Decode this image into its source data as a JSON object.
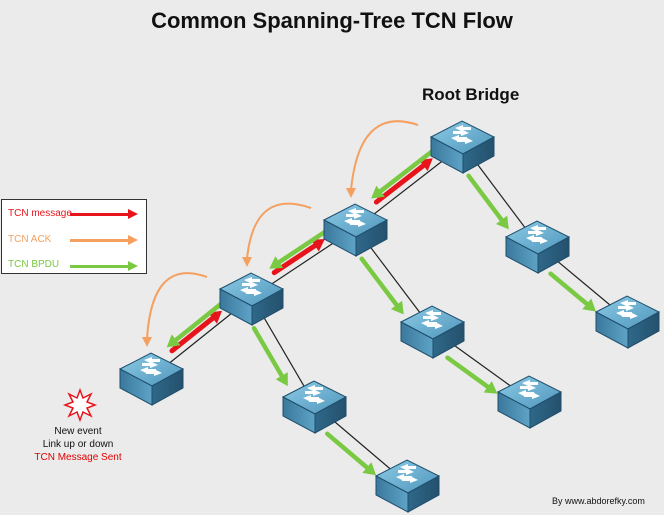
{
  "title": "Common Spanning-Tree TCN Flow",
  "root_label": "Root Bridge",
  "legend": {
    "items": [
      {
        "label": "TCN message",
        "color": "#e8141c"
      },
      {
        "label": "TCN ACK",
        "color": "#f4a060"
      },
      {
        "label": "TCN BPDU",
        "color": "#7ac943"
      }
    ]
  },
  "event": {
    "icon": "starburst-icon",
    "line1": "New event",
    "line2": "Link up or down",
    "line3": "TCN Message Sent",
    "line3_color": "#e00000"
  },
  "credit": "By www.abdorefky.com",
  "colors": {
    "tcn_message": "#e8141c",
    "tcn_ack": "#f4a060",
    "tcn_bpdu": "#7ac943",
    "switch_top": "#6fb3d2",
    "switch_side": "#3d7fa3",
    "switch_edge": "#1f4e6b",
    "link": "#222222"
  },
  "switches": [
    {
      "id": "root",
      "role": "root-bridge"
    },
    {
      "id": "s2",
      "role": "switch"
    },
    {
      "id": "s3",
      "role": "switch"
    },
    {
      "id": "s4",
      "role": "switch"
    },
    {
      "id": "s5",
      "role": "switch"
    },
    {
      "id": "s6",
      "role": "switch"
    },
    {
      "id": "s7",
      "role": "switch"
    },
    {
      "id": "s8",
      "role": "switch"
    },
    {
      "id": "s9",
      "role": "switch"
    },
    {
      "id": "s10",
      "role": "switch"
    }
  ],
  "links": [
    [
      "root",
      "s2"
    ],
    [
      "root",
      "s3"
    ],
    [
      "s2",
      "s4"
    ],
    [
      "s2",
      "s5"
    ],
    [
      "s3",
      "s6"
    ],
    [
      "s4",
      "s7"
    ],
    [
      "s4",
      "s8"
    ],
    [
      "s5",
      "s9"
    ],
    [
      "s8",
      "s10"
    ]
  ],
  "flows": [
    {
      "type": "tcn_message",
      "from": "s7",
      "to": "s4"
    },
    {
      "type": "tcn_message",
      "from": "s4",
      "to": "s2"
    },
    {
      "type": "tcn_message",
      "from": "s2",
      "to": "root"
    },
    {
      "type": "tcn_ack",
      "from": "s4",
      "to": "s7"
    },
    {
      "type": "tcn_ack",
      "from": "s2",
      "to": "s4"
    },
    {
      "type": "tcn_ack",
      "from": "root",
      "to": "s2"
    },
    {
      "type": "tcn_bpdu",
      "from": "root",
      "to": "s2"
    },
    {
      "type": "tcn_bpdu",
      "from": "root",
      "to": "s3"
    },
    {
      "type": "tcn_bpdu",
      "from": "s3",
      "to": "s6"
    },
    {
      "type": "tcn_bpdu",
      "from": "s2",
      "to": "s4"
    },
    {
      "type": "tcn_bpdu",
      "from": "s2",
      "to": "s5"
    },
    {
      "type": "tcn_bpdu",
      "from": "s5",
      "to": "s9"
    },
    {
      "type": "tcn_bpdu",
      "from": "s4",
      "to": "s7"
    },
    {
      "type": "tcn_bpdu",
      "from": "s4",
      "to": "s8"
    },
    {
      "type": "tcn_bpdu",
      "from": "s8",
      "to": "s10"
    }
  ]
}
